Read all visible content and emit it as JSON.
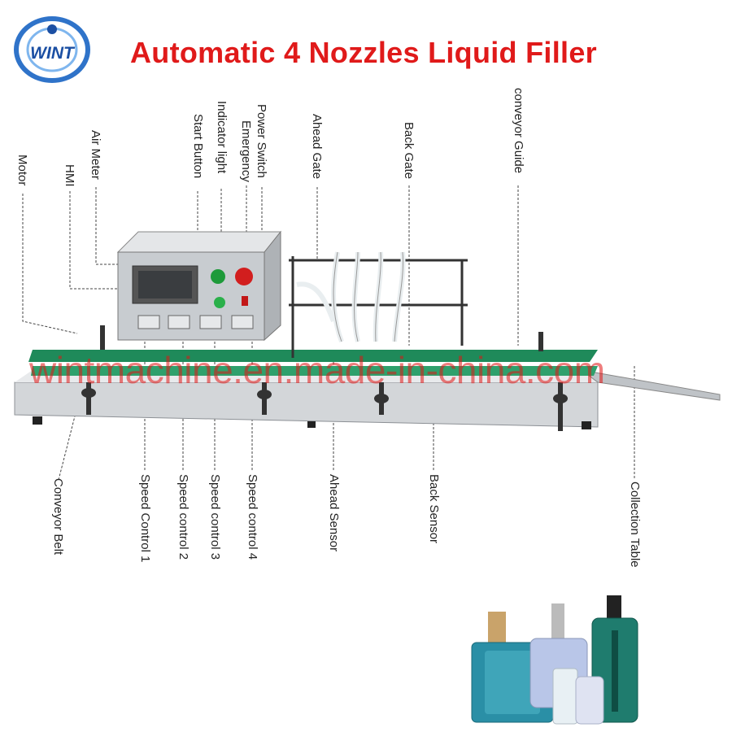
{
  "logo": {
    "text": "WINT",
    "color": "#1b4fa3"
  },
  "title": "Automatic 4 Nozzles Liquid Filler",
  "title_color": "#e01a1a",
  "watermark": "wintmachine.en.made-in-china.com",
  "labels_top": {
    "motor": "Motor",
    "hmi": "HMI",
    "air_meter": "Air Meter",
    "start_button": "Start Button",
    "indicator_light": "Indicator light",
    "emergency": "Emergency",
    "power_switch": "Power Switch",
    "ahead_gate": "Ahead Gate",
    "back_gate": "Back Gate",
    "conveyor_guide": "conveyor Guide"
  },
  "labels_bottom": {
    "conveyor_belt": "Conveyor Belt",
    "speed_control_1": "Speed Control 1",
    "speed_control_2": "Speed control 2",
    "speed_control_3": "Speed control 3",
    "speed_control_4": "Speed control 4",
    "ahead_sensor": "Ahead Sensor",
    "back_sensor": "Back Sensor",
    "collection_table": "Collection Table"
  },
  "colors": {
    "guide_green": "#1f8a5a",
    "steel": "#c9cdd1",
    "bottle_teal": "#2a8fa6"
  }
}
